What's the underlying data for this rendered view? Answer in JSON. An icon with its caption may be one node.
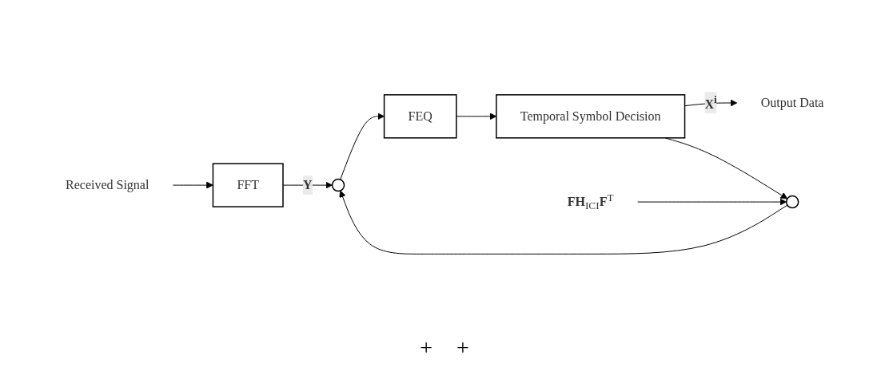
{
  "diagram": {
    "nodes": [
      {
        "text": [
          "Received Signal"
        ]
      },
      {
        "text": [
          "FFT"
        ]
      },
      {
        "text": [],
        "shape": "circle"
      },
      {
        "text": [
          "FEQ"
        ]
      },
      {
        "text": [
          "Temporal Symbol Decision"
        ]
      },
      {
        "text": [
          "Output Data"
        ]
      },
      {
        "text": [],
        "shape": "circle"
      },
      {
        "text": [
          "**FH**$_{ICI}$**F**$^{T}$"
        ]
      }
    ],
    "edges": [
      {
        "from": 0,
        "to": 1,
        "arrow": "to"
      },
      {
        "from": 1,
        "to": 2,
        "arrow": "to",
        "label": "Y"
      },
      {
        "from": 2,
        "to": 3,
        "arrow": "to"
      },
      {
        "from": 3,
        "to": 4,
        "arrow": "to"
      },
      {
        "from": 4,
        "to": 5,
        "arrow": "to",
        "label": "X$^{i}$"
      },
      {
        "from": 4,
        "to": 6,
        "arrow": "to"
      },
      {
        "from": 6,
        "to": 2,
        "arrow": "to"
      },
      {
        "from": 7,
        "to": 6,
        "arrow": "to"
      }
    ],
    "labels": [
      "+",
      "+"
    ]
  }
}
